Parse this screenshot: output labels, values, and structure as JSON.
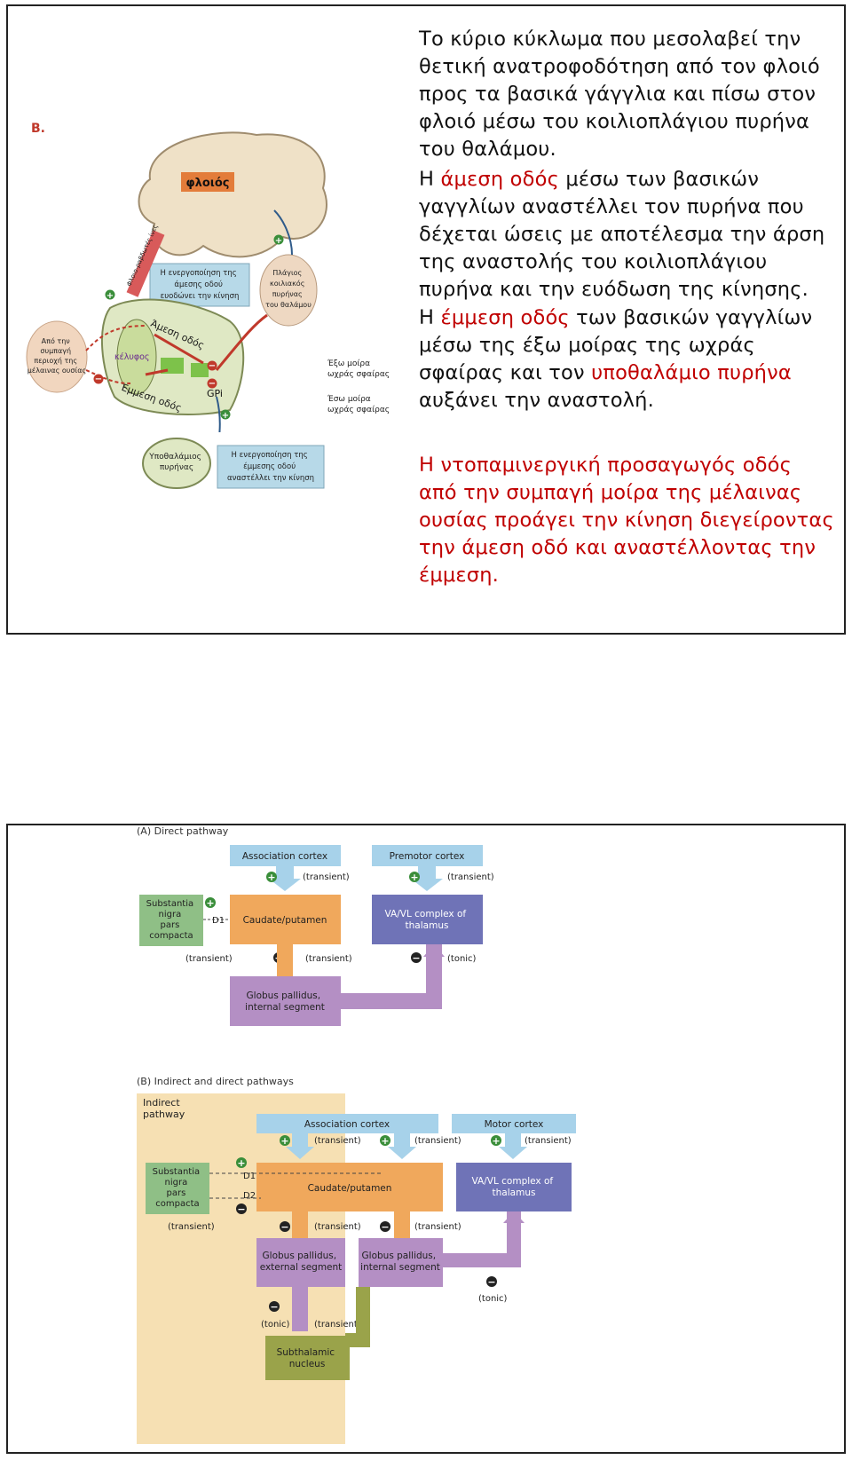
{
  "slide1": {
    "figure_label": "Β.",
    "figure": {
      "cortex": "φλοιός",
      "direct_activation": [
        "Η ενεργοποίηση της",
        "άμεσης οδού",
        "ευοδώνει την κίνηση"
      ],
      "thalamus_nucleus": [
        "Πλάγιος",
        "κοιλιακός",
        "πυρήνας",
        "του θαλάμου"
      ],
      "snc_source": [
        "Από την",
        "συμπαγή",
        "περιοχή της",
        "μέλαινας ουσίας"
      ],
      "putamen": "κέλυφος",
      "direct_path": "Άμεση οδός",
      "indirect_path": "Έμμεση οδός",
      "gpi": "GPi",
      "gpe_label": [
        "Έξω μοίρα",
        "ωχράς σφαίρας"
      ],
      "gpi_label": [
        "Έσω μοίρα",
        "ωχράς σφαίρας"
      ],
      "stn": [
        "Υποθαλάμιος",
        "πυρήνας"
      ],
      "indirect_activation": [
        "Η ενεργοποίηση της",
        "έμμεσης οδού",
        "αναστέλλει την κίνηση"
      ],
      "cortical_input": "Φλοιο-ραβδωτές ίνες"
    },
    "p1": "Το κύριο κύκλωμα που μεσολαβεί την θετική ανατροφοδότηση από τον φλοιό προς τα βασικά γάγγλια και πίσω στον φλοιό μέσω του κοιλιοπλάγιου πυρήνα του θαλάμου.",
    "p2_pre": "Η ",
    "p2_red": "άμεση οδός",
    "p2_post": " μέσω των βασικών γαγγλίων αναστέλλει τον πυρήνα που δέχεται ώσεις με αποτέλεσμα την άρση της αναστολής του κοιλιοπλάγιου πυρήνα και την ευόδωση της κίνησης.",
    "p3_pre": "Η ",
    "p3_red1": "έμμεση οδός",
    "p3_mid": " των βασικών γαγγλίων μέσω της έξω μοίρας της ωχράς σφαίρας και τον ",
    "p3_red2": "υποθαλάμιο πυρήνα",
    "p3_post": " αυξάνει την αναστολή.",
    "p4": "Η ντοπαμινεργική προσαγωγός οδός από την συμπαγή μοίρα της μέλαινας ουσίας προάγει την κίνηση διεγείροντας την άμεση οδό και αναστέλλοντας την έμμεση."
  },
  "slide2": {
    "panel_a": {
      "title": "(A) Direct pathway",
      "association_cortex": "Association cortex",
      "premotor_cortex": "Premotor cortex",
      "transient": "(transient)",
      "tonic": "(tonic)",
      "snc": [
        "Substantia",
        "nigra",
        "pars",
        "compacta"
      ],
      "d1": "D1",
      "caudate": "Caudate/putamen",
      "vavl": [
        "VA/VL complex of",
        "thalamus"
      ],
      "gpi": [
        "Globus pallidus,",
        "internal segment"
      ]
    },
    "panel_b": {
      "title": "(B) Indirect and direct pathways",
      "indirect": [
        "Indirect",
        "pathway"
      ],
      "association_cortex": "Association cortex",
      "motor_cortex": "Motor cortex",
      "transient": "(transient)",
      "tonic": "(tonic)",
      "snc": [
        "Substantia",
        "nigra",
        "pars",
        "compacta"
      ],
      "d1": "D1",
      "d2": "D2",
      "caudate": "Caudate/putamen",
      "vavl": [
        "VA/VL complex of",
        "thalamus"
      ],
      "gpe": [
        "Globus pallidus,",
        "external segment"
      ],
      "gpi": [
        "Globus pallidus,",
        "internal segment"
      ],
      "stn": [
        "Subthalamic",
        "nucleus"
      ]
    }
  }
}
